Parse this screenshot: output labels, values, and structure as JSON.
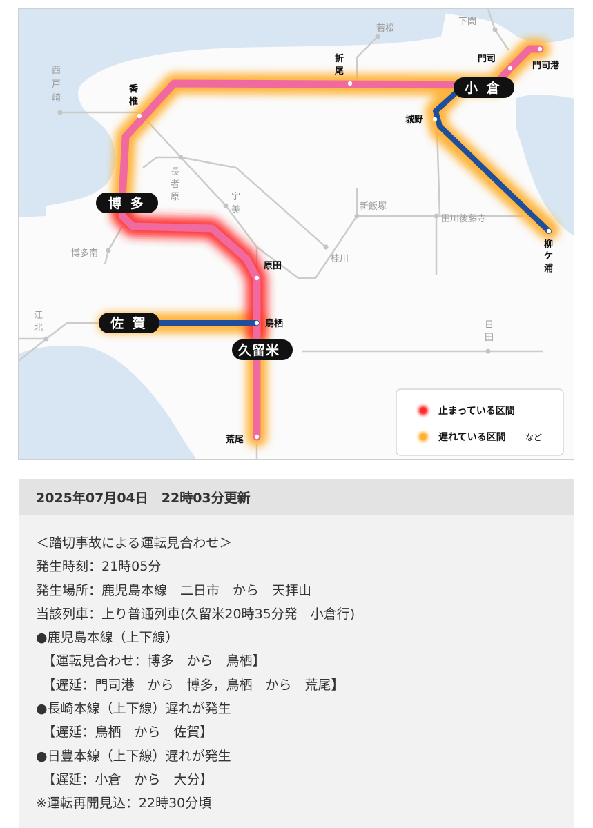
{
  "map": {
    "stations": {
      "shimonoseki": "下関",
      "wakamatsu": "若松",
      "orio": "折",
      "orio2": "尾",
      "mojiko": "門司港",
      "moji": "門司",
      "kokura": "小 倉",
      "jono": "城野",
      "nishitozaki1": "西",
      "nishitozaki2": "戸",
      "nishitozaki3": "崎",
      "kashii1": "香",
      "kashii2": "椎",
      "nagasahara1": "長",
      "nagasahara2": "者",
      "nagasahara3": "原",
      "hakata": "博 多",
      "hakataminami": "博多南",
      "umi1": "宇",
      "umi2": "美",
      "shiiizuka": "新飯塚",
      "tagawagotoji": "田川後藤寺",
      "keisen": "桂川",
      "haruda": "原田",
      "yanagigaura1": "柳",
      "yanagigaura2": "ケ",
      "yanagigaura3": "浦",
      "kouhoku1": "江",
      "kouhoku2": "北",
      "saga": "佐 賀",
      "tosu": "鳥栖",
      "hita1": "日",
      "hita2": "田",
      "kurume": "久留米",
      "arao": "荒尾"
    },
    "legend": {
      "stopped": "止まっている区間",
      "delayed": "遅れている区間",
      "etc": "など"
    },
    "colors": {
      "stopped_glow": "#ff2a2a",
      "delayed_glow": "#ffb030",
      "line_pink": "#f06aa0",
      "line_blue": "#1f4e9a",
      "water": "#d7e6f2",
      "gray_line": "#cccccc"
    }
  },
  "info": {
    "header_date": "2025年07月04日　22時03分更新",
    "lines": [
      "＜踏切事故による運転見合わせ＞",
      "発生時刻：21時05分",
      "発生場所：鹿児島本線　二日市　から　天拝山",
      "当該列車：上り普通列車(久留米20時35分発　小倉行)",
      "●鹿児島本線（上下線）",
      "　【運転見合わせ：博多　から　鳥栖】",
      "　【遅延：門司港　から　博多，鳥栖　から　荒尾】",
      "●長崎本線（上下線）遅れが発生",
      "　【遅延：鳥栖　から　佐賀】",
      "●日豊本線（上下線）遅れが発生",
      "　【遅延：小倉　から　大分】",
      "※運転再開見込：22時30分頃"
    ]
  }
}
